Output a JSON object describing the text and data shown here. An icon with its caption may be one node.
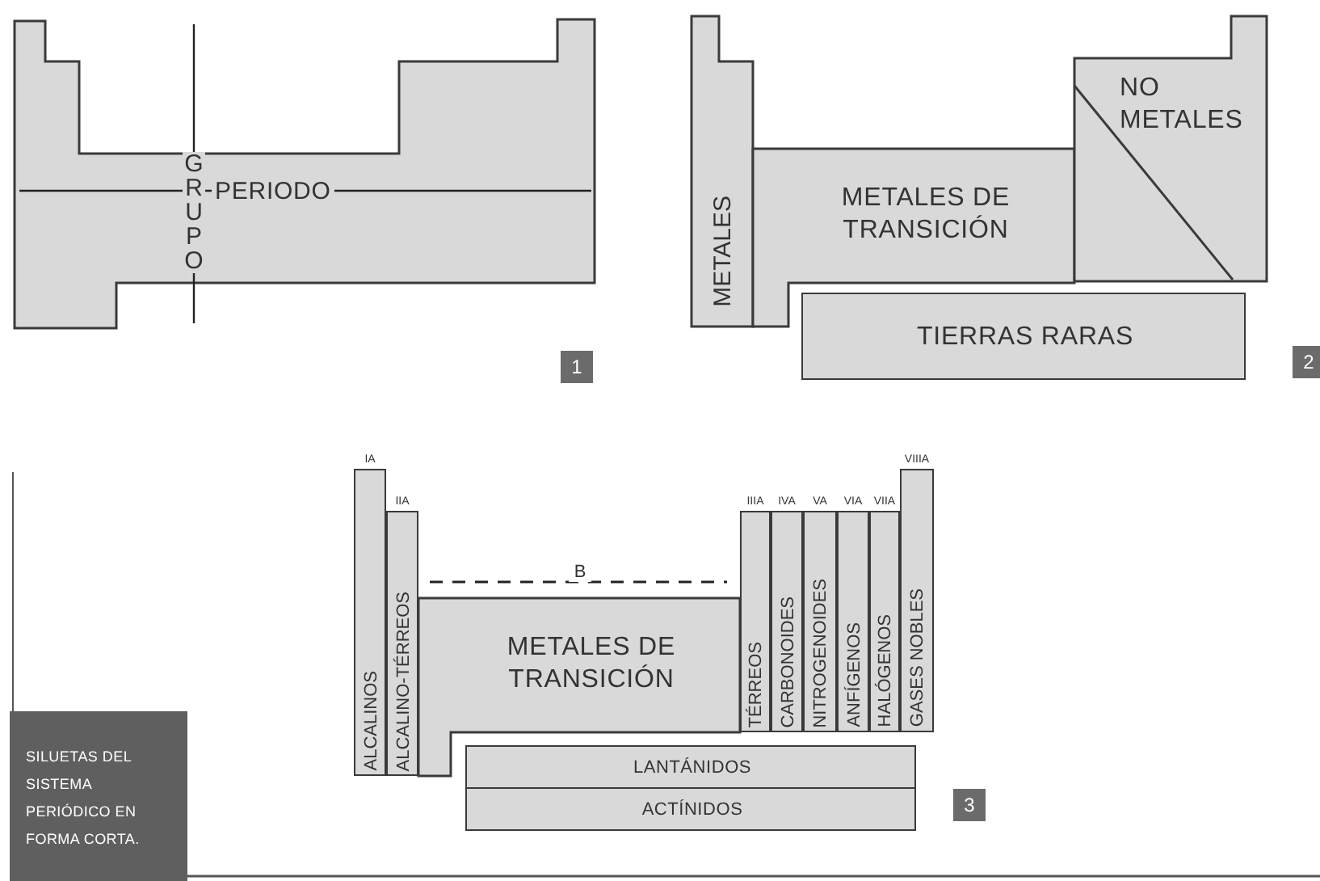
{
  "diagram": {
    "caption": "SILUETAS DEL SISTEMA PERIÓDICO EN FORMA CORTA.",
    "nodes": [
      {
        "text": [
          "GRUPO",
          "PERIODO"
        ]
      },
      {
        "text": [
          "METALES"
        ]
      },
      {
        "text": [
          "METALES DE TRANSICIÓN"
        ]
      },
      {
        "text": [
          "NO METALES"
        ]
      },
      {
        "text": [
          "TIERRAS RARAS"
        ]
      },
      {
        "text": [
          "ALCALINOS"
        ],
        "beside": [
          "IA"
        ]
      },
      {
        "text": [
          "ALCALINO-TÉRREOS"
        ],
        "beside": [
          "IIA"
        ]
      },
      {
        "text": [
          "METALES DE TRANSICIÓN"
        ],
        "beside": [
          "B"
        ]
      },
      {
        "text": [
          "TÉRREOS"
        ],
        "beside": [
          "IIIA"
        ]
      },
      {
        "text": [
          "CARBONOIDES"
        ],
        "beside": [
          "IVA"
        ]
      },
      {
        "text": [
          "NITROGENOIDES"
        ],
        "beside": [
          "VA"
        ]
      },
      {
        "text": [
          "ANFÍGENOS"
        ],
        "beside": [
          "VIA"
        ]
      },
      {
        "text": [
          "HALÓGENOS"
        ],
        "beside": [
          "VIIA"
        ]
      },
      {
        "text": [
          "GASES NOBLES"
        ],
        "beside": [
          "VIIIA"
        ]
      },
      {
        "text": [
          "LANTÁNIDOS"
        ]
      },
      {
        "text": [
          "ACTÍNIDOS"
        ]
      }
    ],
    "labels": [
      "1",
      "2",
      "3"
    ]
  }
}
